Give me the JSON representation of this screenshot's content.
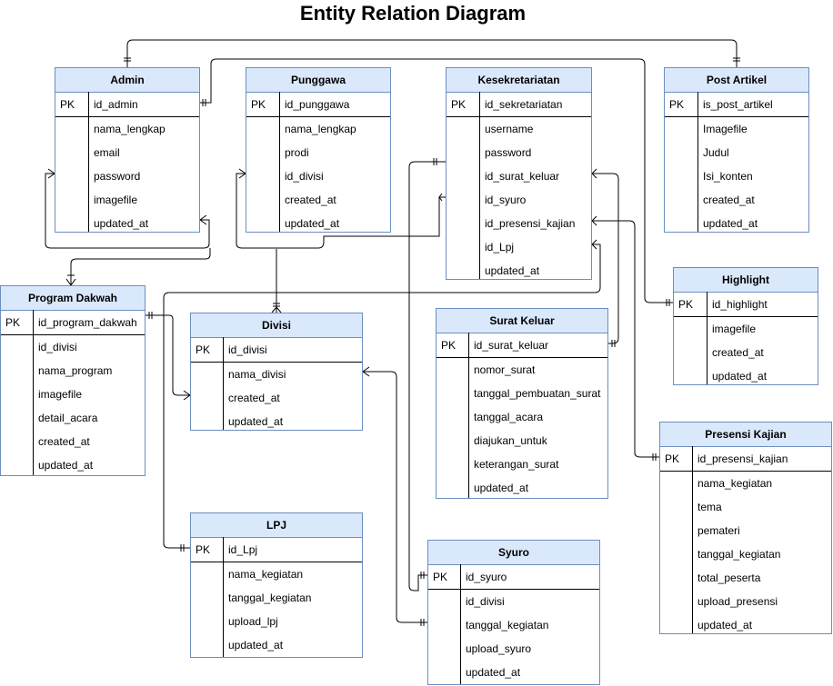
{
  "title": "Entity Relation Diagram",
  "pk_label": "PK",
  "entities": {
    "admin": {
      "name": "Admin",
      "pk": "id_admin",
      "attrs": [
        "nama_lengkap",
        "email",
        "password",
        "imagefile",
        "updated_at"
      ]
    },
    "punggawa": {
      "name": "Punggawa",
      "pk": "id_punggawa",
      "attrs": [
        "nama_lengkap",
        "prodi",
        "id_divisi",
        "created_at",
        "updated_at"
      ]
    },
    "kesekretariatan": {
      "name": "Kesekretariatan",
      "pk": "id_sekretariatan",
      "attrs": [
        "username",
        "password",
        "id_surat_keluar",
        "id_syuro",
        "id_presensi_kajian",
        "id_Lpj",
        "updated_at"
      ]
    },
    "post_artikel": {
      "name": "Post Artikel",
      "pk": "is_post_artikel",
      "attrs": [
        "Imagefile",
        "Judul",
        "Isi_konten",
        "created_at",
        "updated_at"
      ]
    },
    "highlight": {
      "name": "Highlight",
      "pk": "id_highlight",
      "attrs": [
        "imagefile",
        "created_at",
        "updated_at"
      ]
    },
    "program_dakwah": {
      "name": "Program Dakwah",
      "pk": "id_program_dakwah",
      "attrs": [
        "id_divisi",
        "nama_program",
        "imagefile",
        "detail_acara",
        "created_at",
        "updated_at"
      ]
    },
    "divisi": {
      "name": "Divisi",
      "pk": "id_divisi",
      "attrs": [
        "nama_divisi",
        "created_at",
        "updated_at"
      ]
    },
    "surat_keluar": {
      "name": "Surat Keluar",
      "pk": "id_surat_keluar",
      "attrs": [
        "nomor_surat",
        "tanggal_pembuatan_surat",
        "tanggal_acara",
        "diajukan_untuk",
        "keterangan_surat",
        "updated_at"
      ]
    },
    "presensi_kajian": {
      "name": "Presensi Kajian",
      "pk": "id_presensi_kajian",
      "attrs": [
        "nama_kegiatan",
        "tema",
        "pemateri",
        "tanggal_kegiatan",
        "total_peserta",
        "upload_presensi",
        "updated_at"
      ]
    },
    "lpj": {
      "name": "LPJ",
      "pk": "id_Lpj",
      "attrs": [
        "nama_kegiatan",
        "tanggal_kegiatan",
        "upload_lpj",
        "updated_at"
      ]
    },
    "syuro": {
      "name": "Syuro",
      "pk": "id_syuro",
      "attrs": [
        "id_divisi",
        "tanggal_kegiatan",
        "upload_syuro",
        "updated_at"
      ]
    }
  }
}
